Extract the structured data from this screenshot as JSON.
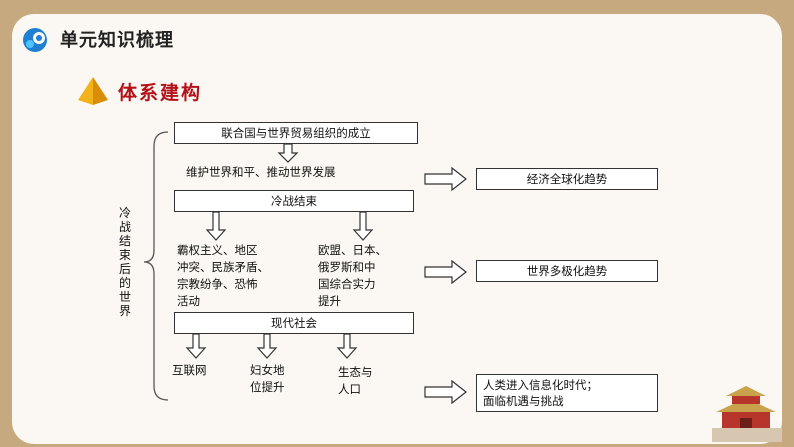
{
  "header": {
    "title": "单元知识梳理"
  },
  "section": {
    "title": "体系建构"
  },
  "diagram": {
    "side_label": "冷战结束后的世界",
    "box_un": "联合国与世界贸易组织的成立",
    "text_maintain": "维护世界和平、推动世界发展",
    "box_coldwar": "冷战结束",
    "text_hegemony": [
      "霸权主义、地区",
      "冲突、民族矛盾、",
      "宗教纷争、恐怖",
      "活动"
    ],
    "text_powers": [
      "欧盟、日本、",
      "俄罗斯和中",
      "国综合实力",
      "提升"
    ],
    "box_modern": "现代社会",
    "text_internet": "互联网",
    "text_women": [
      "妇女地",
      "位提升"
    ],
    "text_ecology": [
      "生态与",
      "人口"
    ],
    "box_globalization": "经济全球化趋势",
    "box_multipolar": "世界多极化趋势",
    "box_info": [
      "人类进入信息化时代；",
      "面临机遇与挑战"
    ]
  }
}
